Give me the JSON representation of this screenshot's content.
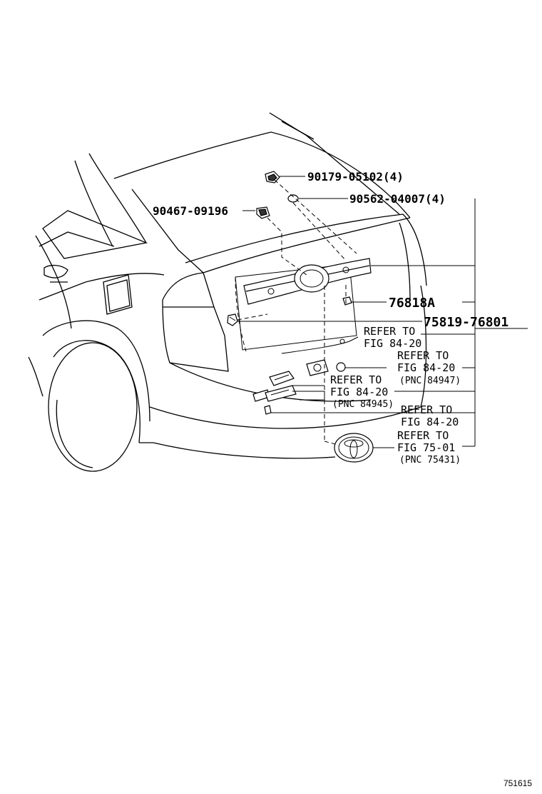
{
  "labels": {
    "p1": "90179-05102(4)",
    "p2": "90562-04007(4)",
    "p3": "90467-09196",
    "p4": "76818A",
    "p5": "75819-76801",
    "r1a": "REFER TO",
    "r1b": "FIG 84-20",
    "r2a": "REFER TO",
    "r2b": "FIG 84-20",
    "r2c": "(PNC 84947)",
    "r3a": "REFER TO",
    "r3b": "FIG 84-20",
    "r3c": "(PNC 84945)",
    "r4a": "REFER TO",
    "r4b": "FIG 84-20",
    "r5a": "REFER TO",
    "r5b": "FIG 75-01",
    "r5c": "(PNC 75431)"
  },
  "diagram_id": "751615"
}
